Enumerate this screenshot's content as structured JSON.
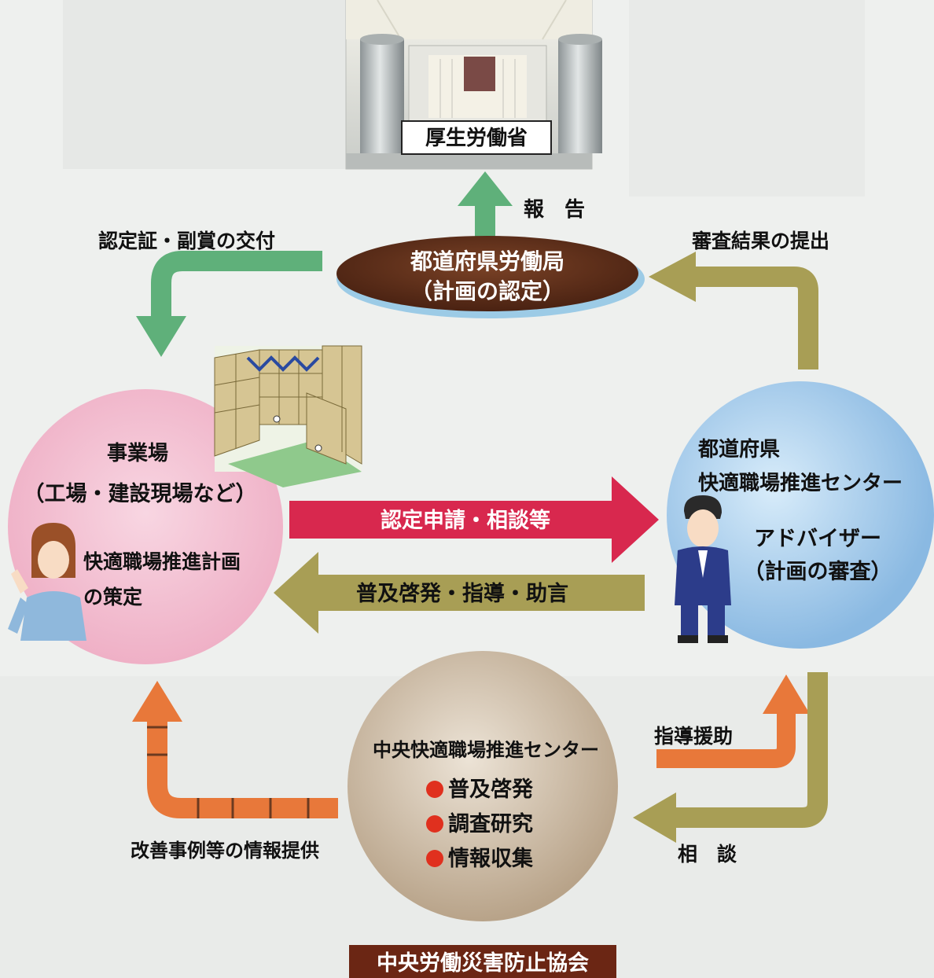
{
  "ministry": {
    "label": "厚生労働省"
  },
  "prefectural_bureau": {
    "line1": "都道府県労働局",
    "line2": "（計画の認定）"
  },
  "workplace": {
    "title": "事業場",
    "subtitle": "（工場・建設現場など）",
    "plan_line1": "快適職場推進計画",
    "plan_line2": "の策定"
  },
  "pref_center": {
    "title_line1": "都道府県",
    "title_line2": "快適職場推進センター",
    "role_line1": "アドバイザー",
    "role_line2": "（計画の審査）"
  },
  "central_center": {
    "title": "中央快適職場推進センター",
    "items": [
      "普及啓発",
      "調査研究",
      "情報収集"
    ]
  },
  "association": {
    "label": "中央労働災害防止協会"
  },
  "arrows": {
    "report": "報　告",
    "certificate": "認定証・副賞の交付",
    "review_result": "審査結果の提出",
    "application": "認定申請・相談等",
    "guidance": "普及啓発・指導・助言",
    "support": "指導援助",
    "consultation": "相　談",
    "info": "改善事例等の情報提供"
  },
  "colors": {
    "green_arrow": "#5fb07a",
    "olive_arrow": "#a89e55",
    "red_arrow": "#d8284e",
    "orange_arrow": "#e8783a",
    "bureau_fill": "#5a2e1a",
    "workplace_circle": "#f2bcd0",
    "center_circle": "#9ec6ea",
    "central_circle": "#c9b6a0",
    "association_fill": "#6b2614"
  }
}
